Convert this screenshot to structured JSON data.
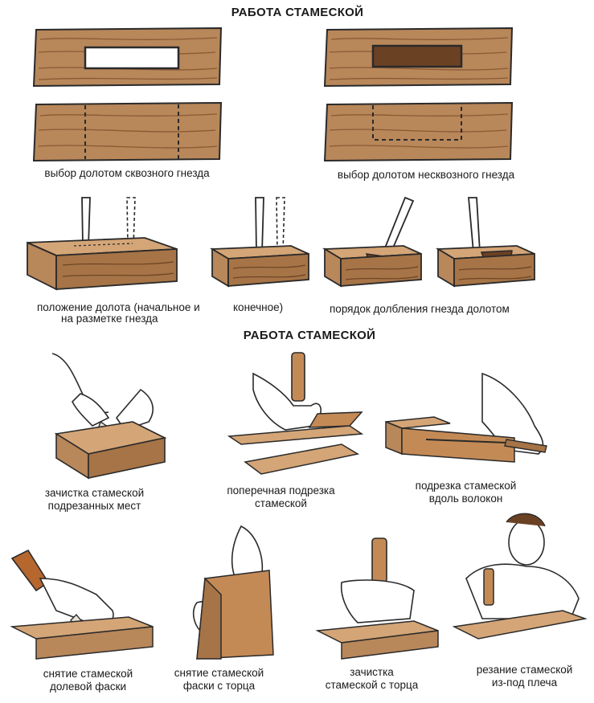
{
  "top_title": "РАБОТА СТАМЕСКОЙ",
  "middle_title": "РАБОТА СТАМЕСКОЙ",
  "captions": {
    "through_socket": "выбор долотом сквозного гнезда",
    "blind_socket": "выбор долотом несквозного гнезда",
    "chisel_position_a": "положение долота (начальное и",
    "chisel_position_b": "конечное)",
    "chisel_position_c": "на разметке гнезда",
    "socket_order": "порядок долбления гнезда долотом",
    "clean_cut_1": "зачистка стамеской",
    "clean_cut_2": "подрезанных мест",
    "cross_cut_1": "поперечная подрезка",
    "cross_cut_2": "стамеской",
    "along_grain_1": "подрезка стамеской",
    "along_grain_2": "вдоль волокон",
    "long_chamfer_1": "снятие стамеской",
    "long_chamfer_2": "долевой фаски",
    "end_chamfer_1": "снятие стамеской",
    "end_chamfer_2": "фаски с торца",
    "end_clean_1": "зачистка",
    "end_clean_2": "стамеской с торца",
    "shoulder_cut_1": "резание стамеской",
    "shoulder_cut_2": "из-под плеча"
  },
  "colors": {
    "wood": "#b8875a",
    "wood_dark": "#8a5a34",
    "wood_light": "#d4a577",
    "line": "#2a2a2a"
  }
}
